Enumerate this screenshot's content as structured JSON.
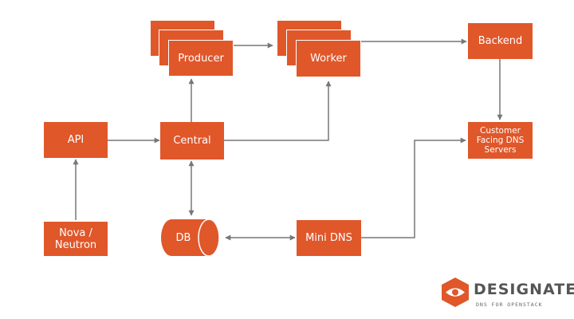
{
  "nodes": {
    "producer": "Producer",
    "worker": "Worker",
    "backend": "Backend",
    "api": "API",
    "central": "Central",
    "customer_dns": "Customer\nFacing DNS\nServers",
    "nova": "Nova /\nNeutron",
    "db": "DB",
    "mini_dns": "Mini DNS"
  },
  "logo": {
    "name": "DESIGNATE",
    "tagline": "DNS FOR OPENSTACK",
    "icon": "hexagon-eye-icon"
  },
  "colors": {
    "box": "#e0572a",
    "line": "#777777",
    "logo_text": "#555555"
  }
}
